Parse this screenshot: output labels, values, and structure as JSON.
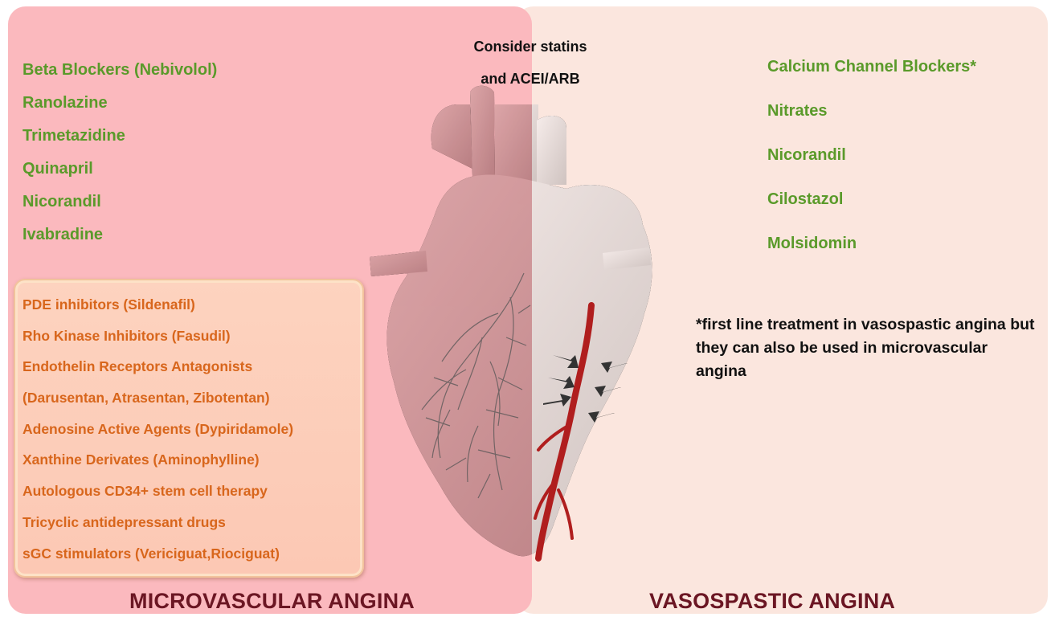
{
  "microvascular": {
    "title": "MICROVASCULAR ANGINA",
    "drugs": [
      "Beta Blockers (Nebivolol)",
      "Ranolazine",
      "Trimetazidine",
      "Quinapril",
      "Nicorandil",
      "Ivabradine"
    ],
    "emerging": [
      "PDE inhibitors (Sildenafil)",
      "Rho Kinase Inhibitors (Fasudil)",
      "Endothelin Receptors Antagonists",
      "(Darusentan, Atrasentan, Zibotentan)",
      "Adenosine Active Agents (Dypiridamole)",
      "Xanthine Derivates (Aminophylline)",
      "Autologous CD34+ stem cell therapy",
      "Tricyclic antidepressant drugs",
      "sGC stimulators (Vericiguat,Riociguat)"
    ]
  },
  "vasospastic": {
    "title": "VASOSPASTIC ANGINA",
    "drugs": [
      "Calcium Channel Blockers*",
      "Nitrates",
      "Nicorandil",
      "Cilostazol",
      "Molsidomin"
    ],
    "footnote": "*first line treatment in vasospastic angina but they can also be used in microvascular angina"
  },
  "common": {
    "line1": "Consider statins",
    "line2": "and ACEI/ARB"
  },
  "colors": {
    "left_panel": "#fbb9be",
    "right_panel": "#fbe6de",
    "drug_text": "#5a9a2a",
    "emerging_text": "#d8661c",
    "title_text": "#6b1623",
    "artery": "#b01e1e"
  }
}
